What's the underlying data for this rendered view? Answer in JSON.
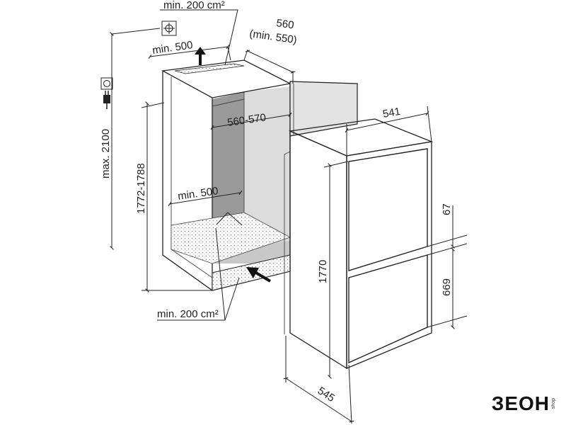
{
  "labels": {
    "vent_top": "min. 200 cm²",
    "depth_top": "560",
    "depth_top_min": "(min. 550)",
    "top_clearance": "min. 500",
    "niche_height_max": "max. 2100",
    "niche_height": "1772-1788",
    "niche_width": "560-570",
    "inner_clearance": "min. 500",
    "vent_bottom": "min. 200 cm²",
    "appliance_width": "541",
    "appliance_height": "1770",
    "appliance_depth": "545",
    "door_gap": "67",
    "lower_door": "669"
  },
  "icons": [
    "socket-icon",
    "plug-icon",
    "water-connection-icon",
    "airflow-arrow-icon"
  ],
  "brand": {
    "name": "ЗЕОН",
    "sub": "shop"
  }
}
